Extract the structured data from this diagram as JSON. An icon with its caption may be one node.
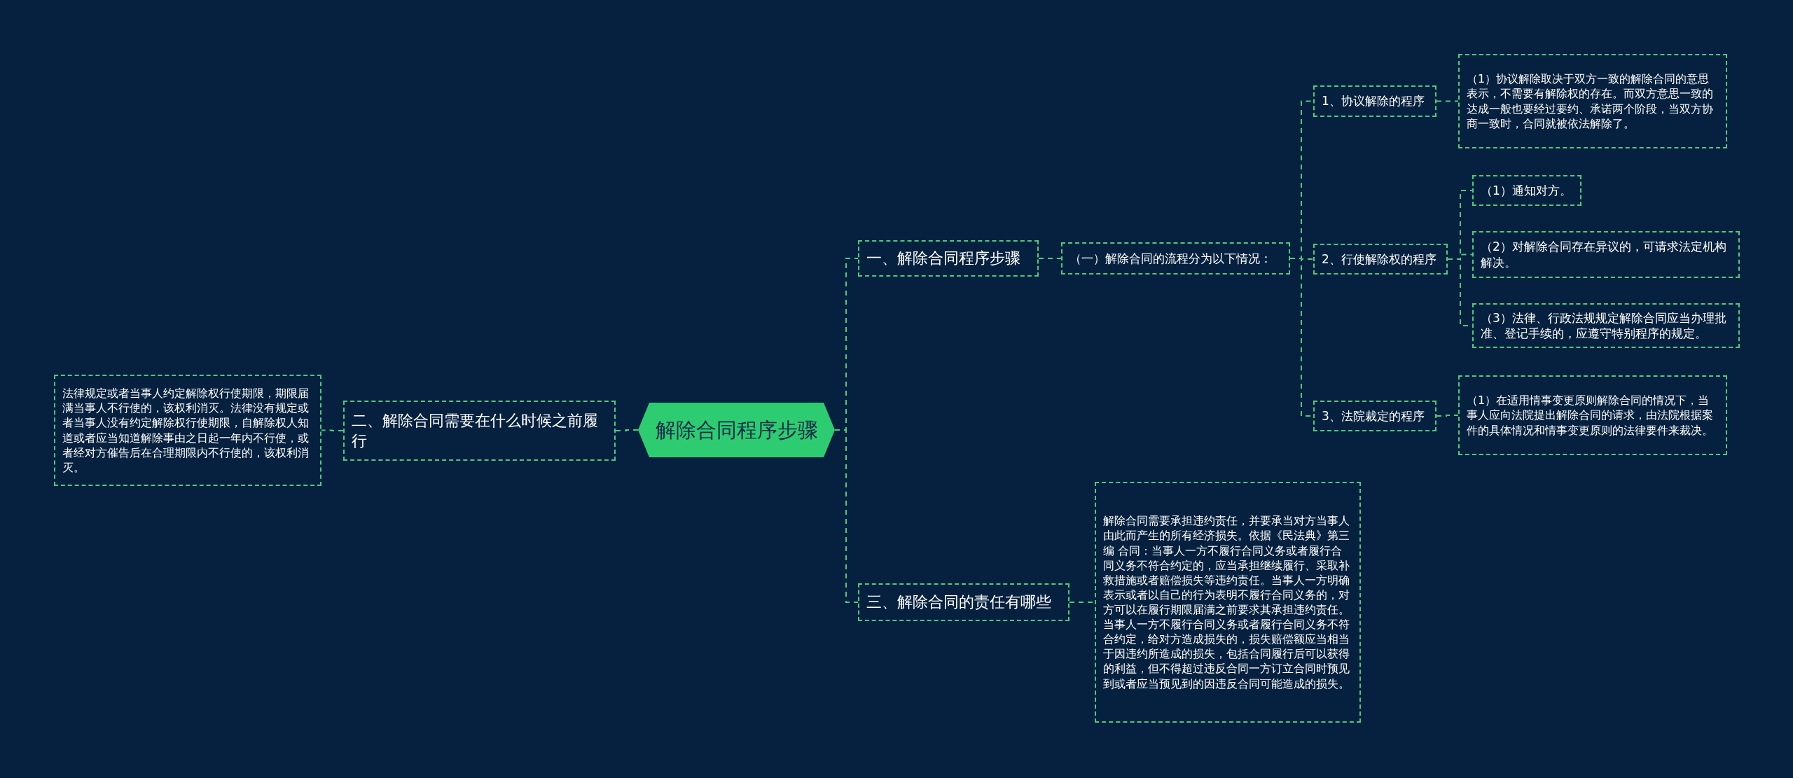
{
  "diagram": {
    "nodes": [
      {
        "text": [
          "解除合同程序步骤"
        ]
      },
      {
        "text": [
          "一、解除合同程序步骤"
        ]
      },
      {
        "text": [
          "（一）解除合同的流程分为以下情况："
        ]
      },
      {
        "text": [
          "1、协议解除的程序"
        ]
      },
      {
        "text": [
          "（1）协议解除取决于双方一致的解除合同的意思表示，不需要有解除权的存在。而双方意思一致的达成一般也要经过要约、承诺两个阶段，当双方协商一致时，合同就被依法解除了。"
        ]
      },
      {
        "text": [
          "2、行使解除权的程序"
        ]
      },
      {
        "text": [
          "（1）通知对方。"
        ]
      },
      {
        "text": [
          "（2）对解除合同存在异议的，可请求法定机构解决。"
        ]
      },
      {
        "text": [
          "（3）法律、行政法规规定解除合同应当办理批准、登记手续的，应遵守特别程序的规定。"
        ]
      },
      {
        "text": [
          "3、法院裁定的程序"
        ]
      },
      {
        "text": [
          "（1）在适用情事变更原则解除合同的情况下，当事人应向法院提出解除合同的请求，由法院根据案件的具体情况和情事变更原则的法律要件来裁决。"
        ]
      },
      {
        "text": [
          "二、解除合同需要在什么时候之前履行"
        ]
      },
      {
        "text": [
          "法律规定或者当事人约定解除权行使期限，期限届满当事人不行使的，该权利消灭。法律没有规定或者当事人没有约定解除权行使期限，自解除权人知道或者应当知道解除事由之日起一年内不行使，或者经对方催告后在合理期限内不行使的，该权利消灭。"
        ]
      },
      {
        "text": [
          "三、解除合同的责任有哪些"
        ]
      },
      {
        "text": [
          "解除合同需要承担违约责任，并要承当对方当事人由此而产生的所有经济损失。依据《民法典》第三编 合同：当事人一方不履行合同义务或者履行合同义务不符合约定的，应当承担继续履行、采取补救措施或者赔偿损失等违约责任。当事人一方明确表示或者以自己的行为表明不履行合同义务的，对方可以在履行期限届满之前要求其承担违约责任。当事人一方不履行合同义务或者履行合同义务不符合约定，给对方造成损失的，损失赔偿额应当相当于因违约所造成的损失，包括合同履行后可以获得的利益，但不得超过违反合同一方订立合同时预见到或者应当预见到的因违反合同可能造成的损失。"
        ]
      }
    ],
    "edges": [
      {
        "from": 0,
        "to": 1,
        "arrow": "none"
      },
      {
        "from": 0,
        "to": 11,
        "arrow": "none"
      },
      {
        "from": 0,
        "to": 13,
        "arrow": "none"
      },
      {
        "from": 1,
        "to": 2,
        "arrow": "none"
      },
      {
        "from": 2,
        "to": 3,
        "arrow": "none"
      },
      {
        "from": 2,
        "to": 5,
        "arrow": "none"
      },
      {
        "from": 2,
        "to": 9,
        "arrow": "none"
      },
      {
        "from": 3,
        "to": 4,
        "arrow": "none"
      },
      {
        "from": 5,
        "to": 6,
        "arrow": "none"
      },
      {
        "from": 5,
        "to": 7,
        "arrow": "none"
      },
      {
        "from": 5,
        "to": 8,
        "arrow": "none"
      },
      {
        "from": 9,
        "to": 10,
        "arrow": "none"
      },
      {
        "from": 11,
        "to": 12,
        "arrow": "none"
      },
      {
        "from": 13,
        "to": 14,
        "arrow": "none"
      }
    ]
  }
}
